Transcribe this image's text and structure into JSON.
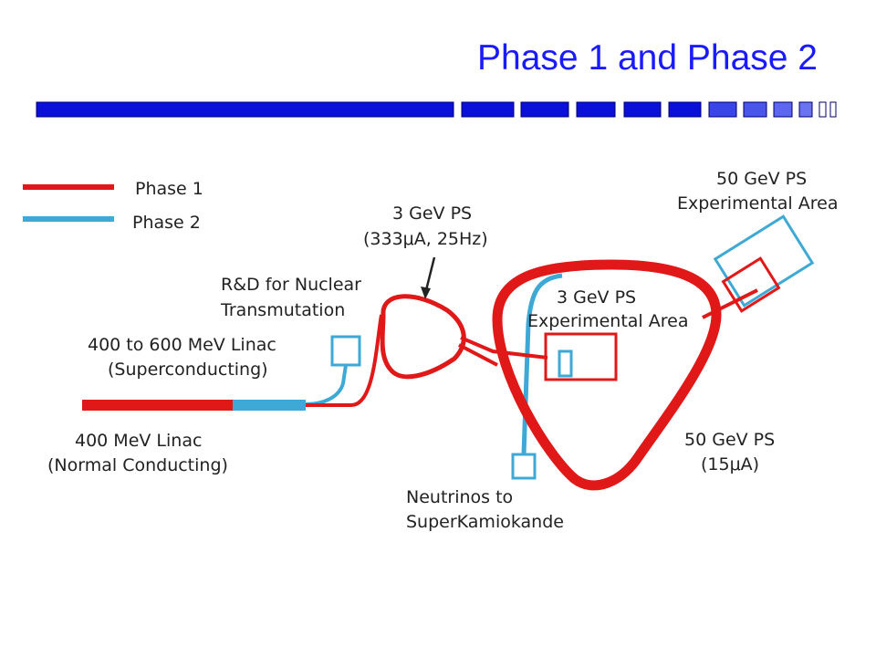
{
  "title": "Phase 1 and Phase 2",
  "colors": {
    "title": "#1a1aff",
    "phase1": "#e01818",
    "phase2": "#3ea9d4",
    "title_bar": "#0a10d8",
    "text": "#222222"
  },
  "legend": {
    "phase1": "Phase 1",
    "phase2": "Phase 2"
  },
  "labels": {
    "ps3_line1": "3 GeV PS",
    "ps3_line2": "(333μA, 25Hz)",
    "rd_line1": "R&D for Nuclear",
    "rd_line2": "Transmutation",
    "linac600_line1": "400 to 600 MeV Linac",
    "linac600_line2": "(Superconducting)",
    "linac400_line1": "400 MeV Linac",
    "linac400_line2": "(Normal Conducting)",
    "exp3_line1": "3 GeV PS",
    "exp3_line2": "Experimental Area",
    "exp50_line1": "50 GeV PS",
    "exp50_line2": "Experimental Area",
    "ps50_line1": "50 GeV PS",
    "ps50_line2": "(15μA)",
    "nu_line1": "Neutrinos to",
    "nu_line2": "SuperKamiokande"
  }
}
